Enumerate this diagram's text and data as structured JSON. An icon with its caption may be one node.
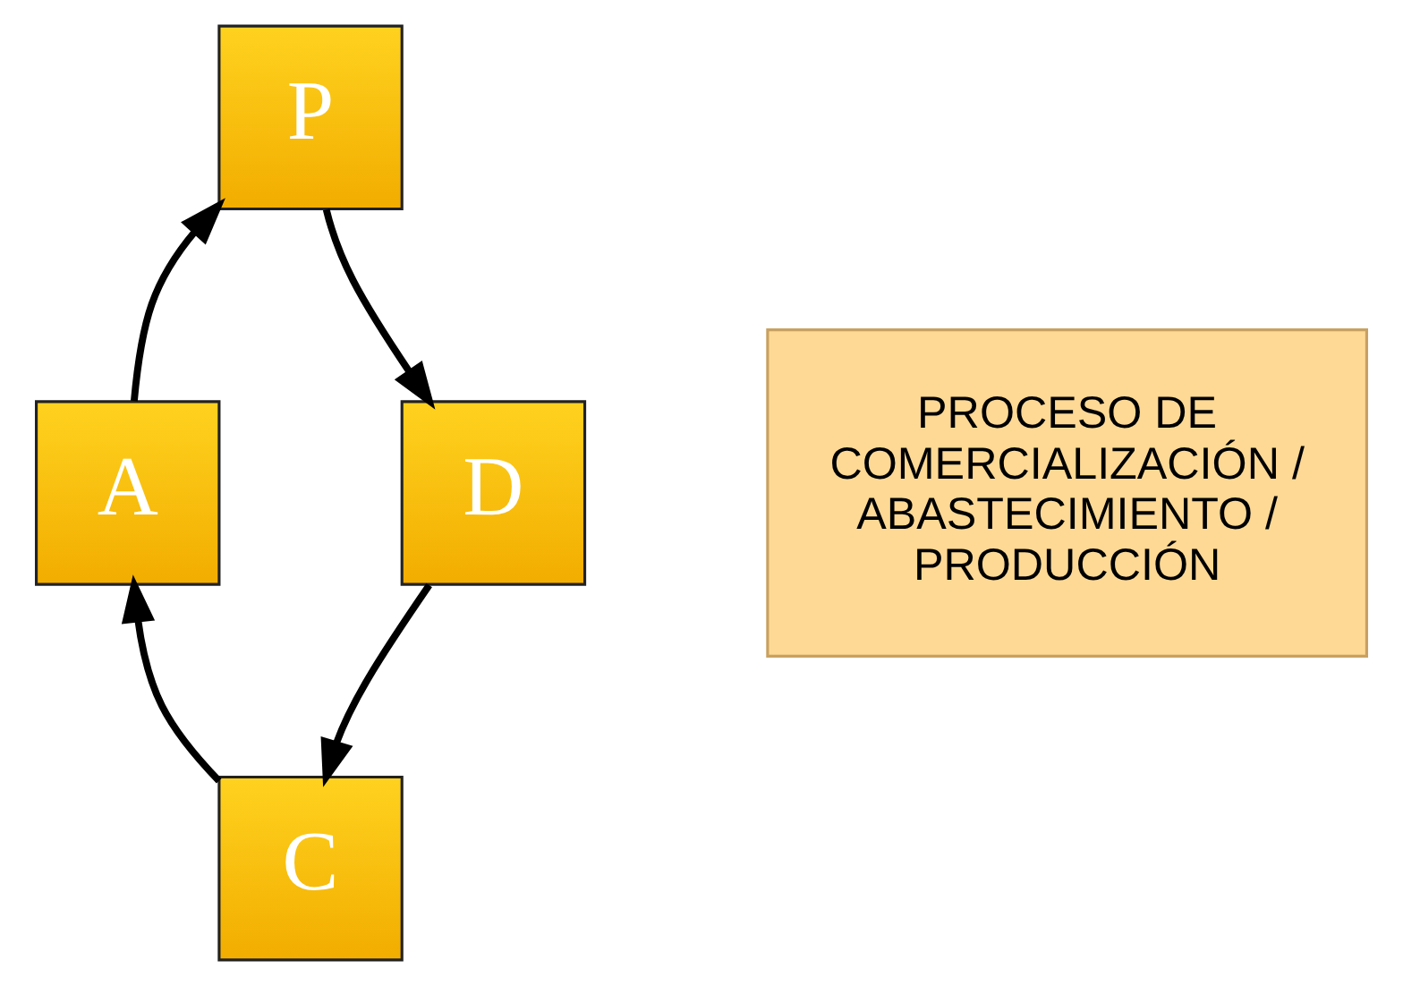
{
  "diagram": {
    "nodes": [
      {
        "text": [
          "P"
        ]
      },
      {
        "text": [
          "A"
        ]
      },
      {
        "text": [
          "PROCESO DE COMERCIALIZACIÓN / ABASTECIMIENTO / PRODUCCIÓN"
        ]
      },
      {
        "text": [
          "D"
        ]
      },
      {
        "text": [
          "C"
        ]
      }
    ],
    "edges": [
      {
        "from": 1,
        "to": 0,
        "arrow": "to"
      },
      {
        "from": 0,
        "to": 3,
        "arrow": "to"
      },
      {
        "from": 3,
        "to": 4,
        "arrow": "to"
      },
      {
        "from": 4,
        "to": 1,
        "arrow": "to"
      }
    ]
  }
}
